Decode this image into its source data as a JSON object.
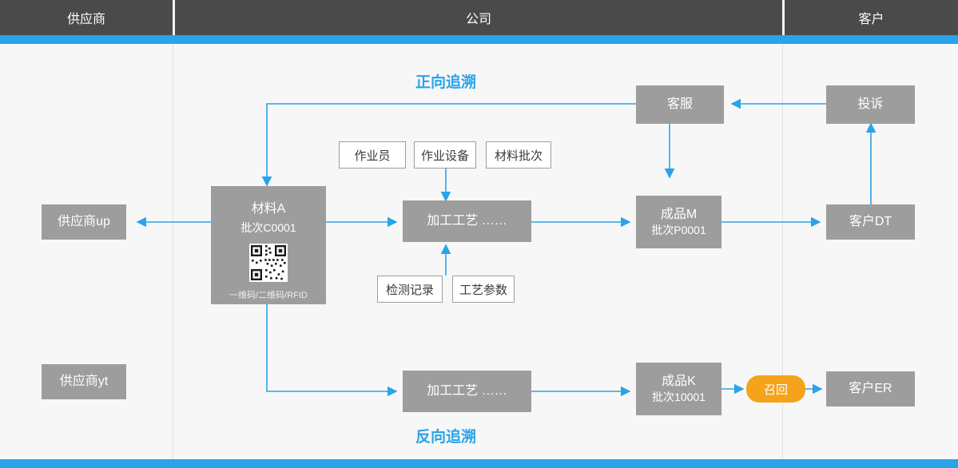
{
  "header": {
    "columns": [
      {
        "label": "供应商"
      },
      {
        "label": "公司"
      },
      {
        "label": "客户"
      }
    ]
  },
  "diagram": {
    "titles": {
      "forward": "正向追溯",
      "backward": "反向追溯"
    },
    "nodes": {
      "supplier_up": {
        "label": "供应商up"
      },
      "supplier_yt": {
        "label": "供应商yt"
      },
      "material_a": {
        "line1": "材料A",
        "line2": "批次C0001",
        "code_label": "一维码/二维码/RFID"
      },
      "process_top": {
        "label": "加工工艺  ……"
      },
      "process_bottom": {
        "label": "加工工艺  ……"
      },
      "product_m": {
        "line1": "成品M",
        "line2": "批次P0001"
      },
      "product_k": {
        "line1": "成品K",
        "line2": "批次10001"
      },
      "customer_dt": {
        "label": "客户DT"
      },
      "customer_er": {
        "label": "客户ER"
      },
      "customer_service": {
        "label": "客服"
      },
      "complaint": {
        "label": "投诉"
      },
      "recall": {
        "label": "召回"
      }
    },
    "attributes_top": [
      {
        "label": "作业员"
      },
      {
        "label": "作业设备"
      },
      {
        "label": "材料批次"
      }
    ],
    "attributes_bottom": [
      {
        "label": "检测记录"
      },
      {
        "label": "工艺参数"
      }
    ],
    "colors": {
      "accent": "#2aa3e8",
      "node": "#9d9d9d",
      "header": "#4a4a4a",
      "recall": "#f5a31a",
      "background": "#f7f7f7"
    }
  }
}
